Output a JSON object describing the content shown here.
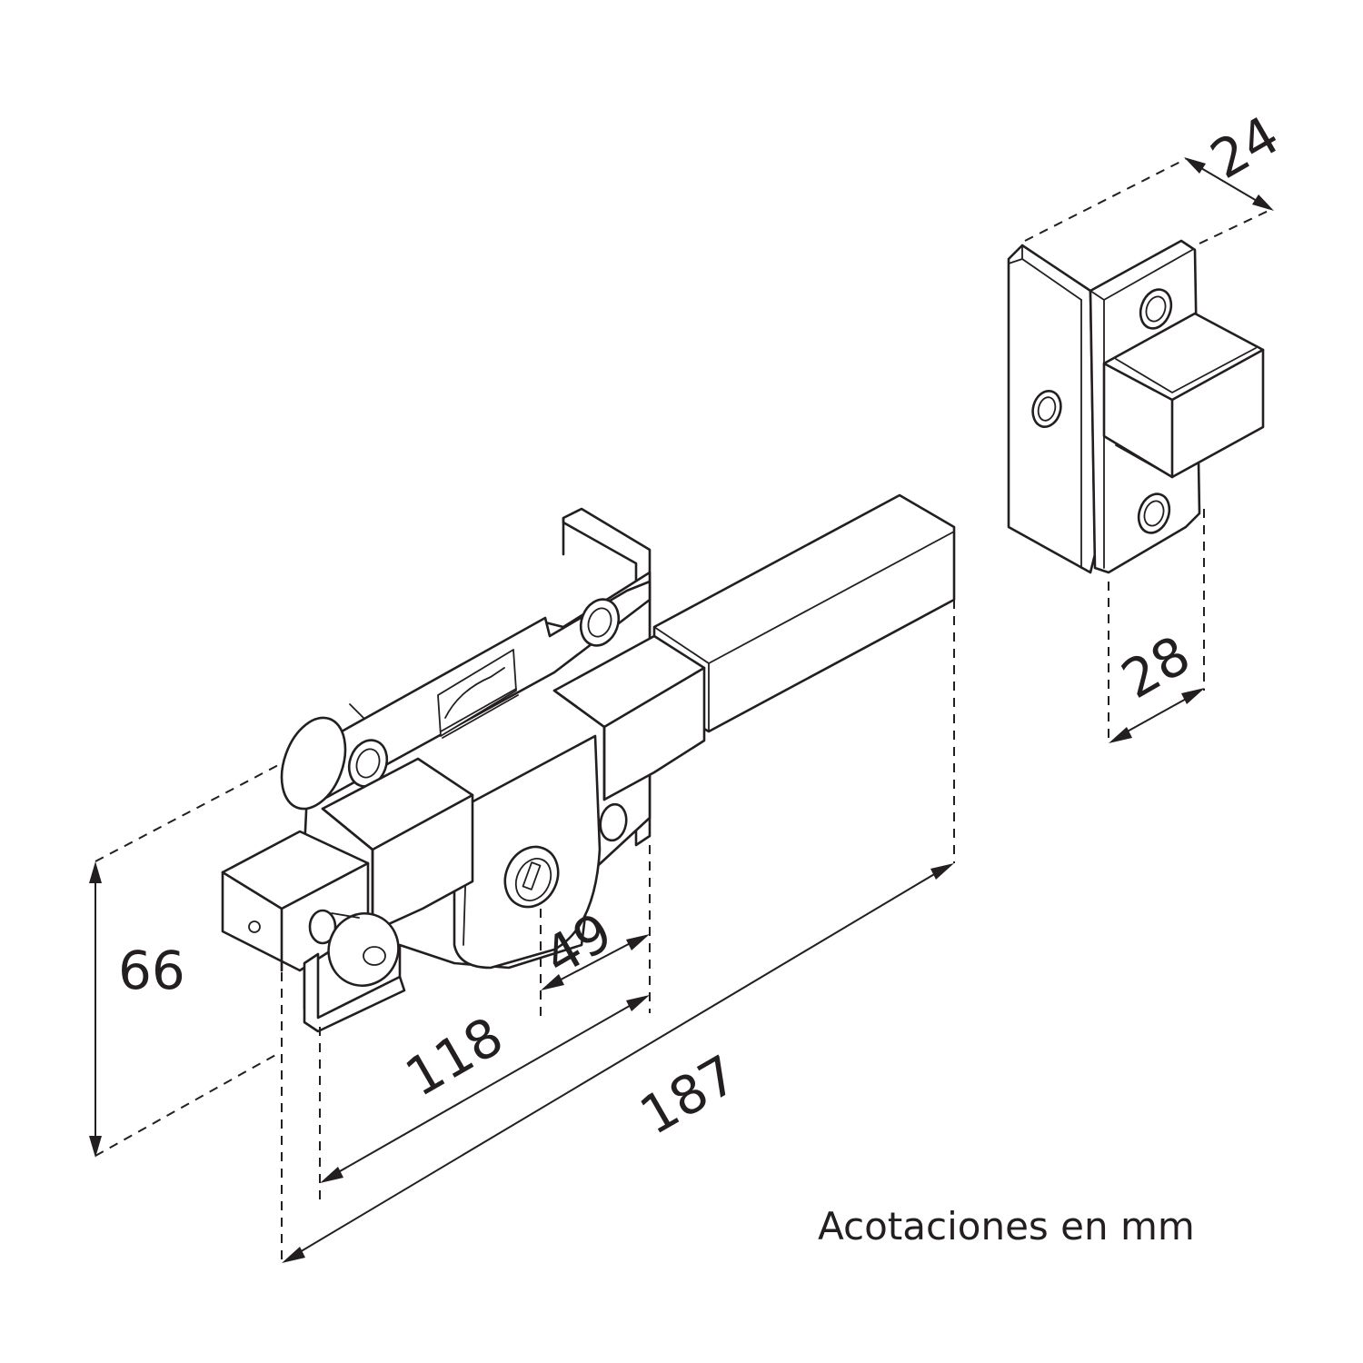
{
  "dimensions": {
    "height_66": "66",
    "length_187": "187",
    "length_118": "118",
    "length_49": "49",
    "width_28": "28",
    "depth_24": "24"
  },
  "units_note": "Acotaciones en mm",
  "icons": {
    "lock_body": "lock-body-icon",
    "strike_plate": "strike-plate-icon",
    "brand_logo": "brand-logo-icon"
  }
}
